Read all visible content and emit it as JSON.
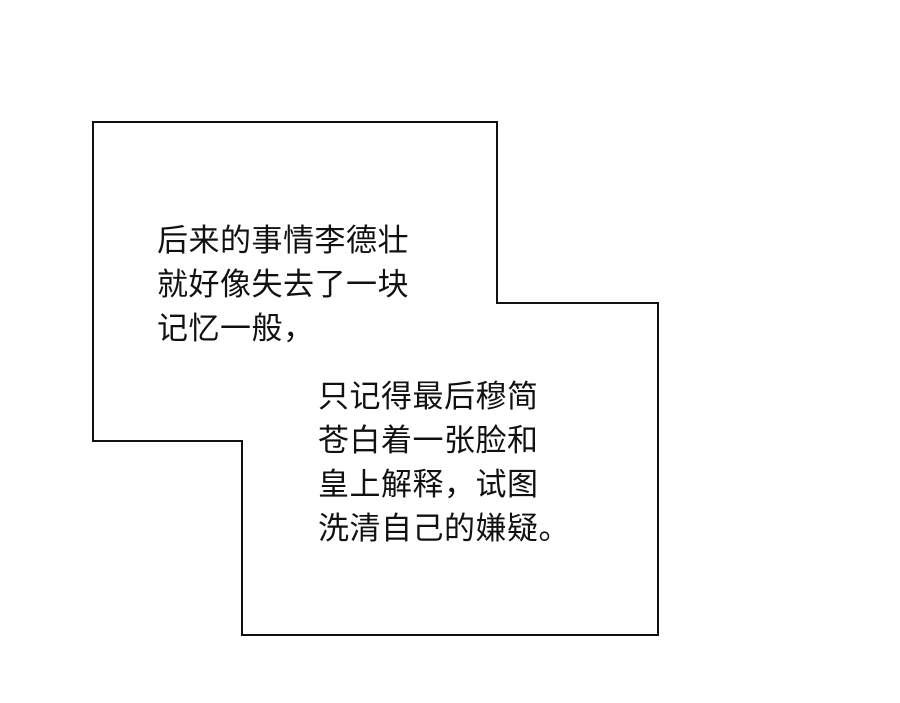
{
  "caption_box": {
    "upper_lines": [
      "后来的事情李德壮",
      "就好像失去了一块",
      "记忆一般，"
    ],
    "lower_lines": [
      "只记得最后穆简",
      "苍白着一张脸和",
      "皇上解释，试图",
      "洗清自己的嫌疑。"
    ]
  }
}
